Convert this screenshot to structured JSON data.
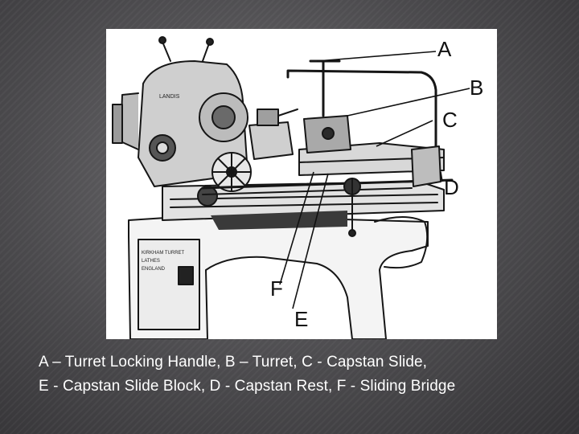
{
  "diagram": {
    "callouts": [
      {
        "id": "A",
        "label": "A"
      },
      {
        "id": "B",
        "label": "B"
      },
      {
        "id": "C",
        "label": "C"
      },
      {
        "id": "D",
        "label": "D"
      },
      {
        "id": "E",
        "label": "E"
      },
      {
        "id": "F",
        "label": "F"
      }
    ],
    "machine_plate": [
      "KIRKHAM TURRET",
      "LATHES",
      "ENGLAND"
    ],
    "headstock_brand": "LANDIS"
  },
  "caption": {
    "line1": "A – Turret Locking Handle, B – Turret, C - Capstan Slide,",
    "line2": "E - Capstan Slide Block, D - Capstan Rest, F - Sliding Bridge"
  }
}
